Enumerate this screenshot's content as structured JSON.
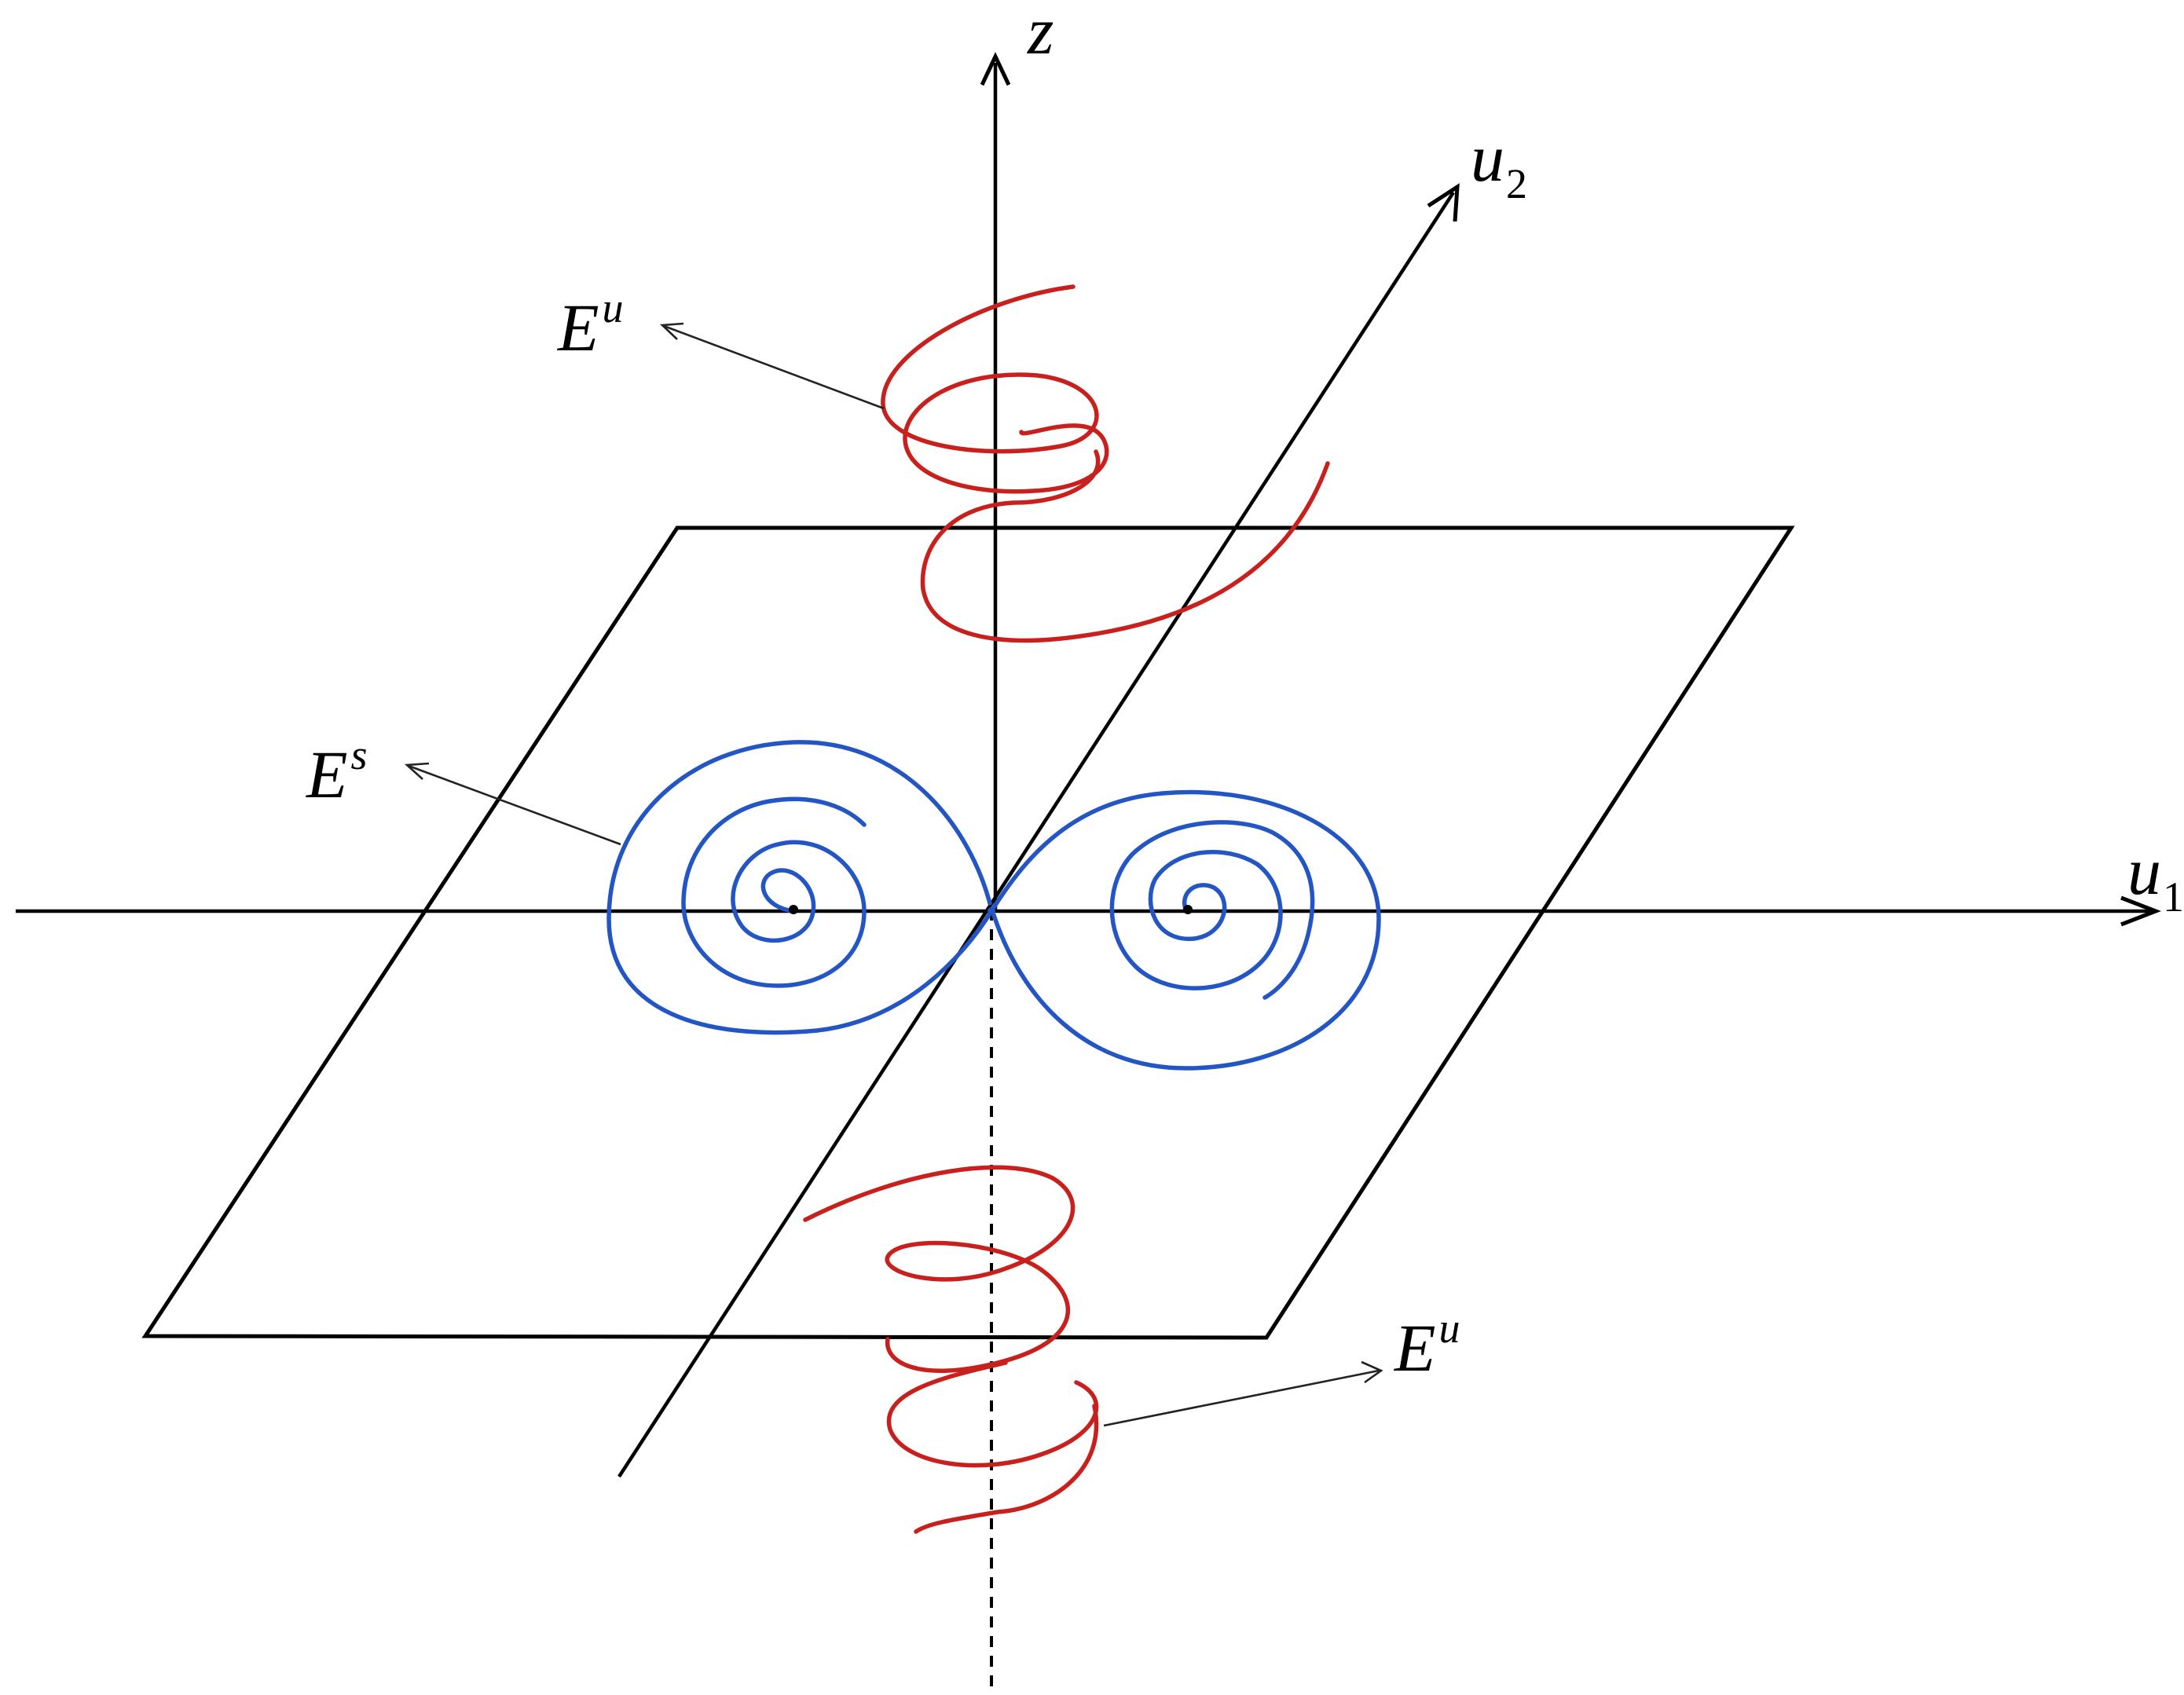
{
  "diagram": {
    "axes": {
      "z": {
        "label": "z",
        "subscript": ""
      },
      "u2": {
        "label": "u",
        "subscript": "2"
      },
      "u1": {
        "label": "u",
        "subscript": "1"
      }
    },
    "labels": {
      "upper_unstable": {
        "base": "E",
        "superscript": "u"
      },
      "stable": {
        "base": "E",
        "superscript": "s"
      },
      "lower_unstable": {
        "base": "E",
        "superscript": "u"
      }
    },
    "colors": {
      "unstable_manifold": "#c8201c",
      "stable_manifold": "#2355c4",
      "axes": "#000000"
    }
  }
}
